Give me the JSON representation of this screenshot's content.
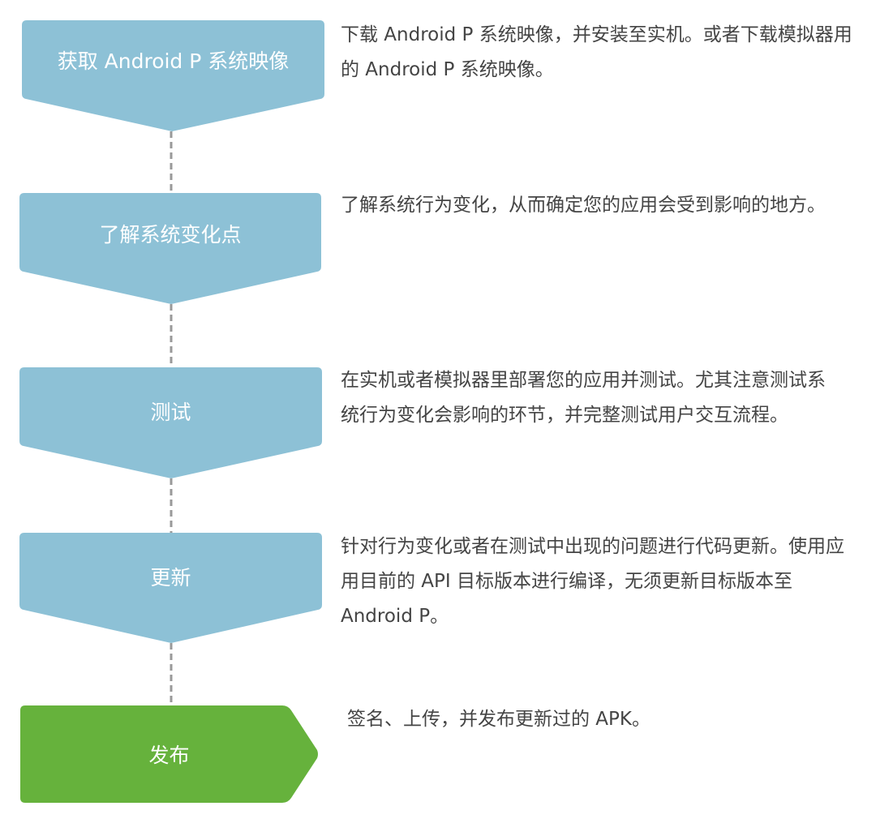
{
  "colors": {
    "step": "#8DC1D6",
    "final": "#66B23C",
    "text": "#444444",
    "connector": "#999999"
  },
  "steps": [
    {
      "label": "获取 Android P 系统映像",
      "description": "下载 Android P 系统映像，并安装至实机。或者下载模拟器用的 Android P 系统映像。"
    },
    {
      "label": "了解系统变化点",
      "description": "了解系统行为变化，从而确定您的应用会受到影响的地方。"
    },
    {
      "label": "测试",
      "description": "在实机或者模拟器里部署您的应用并测试。尤其注意测试系统行为变化会影响的环节，并完整测试用户交互流程。"
    },
    {
      "label": "更新",
      "description": "针对行为变化或者在测试中出现的问题进行代码更新。使用应用目前的 API 目标版本进行编译，无须更新目标版本至 Android P。"
    },
    {
      "label": "发布",
      "description": "签名、上传，并发布更新过的 APK。"
    }
  ]
}
